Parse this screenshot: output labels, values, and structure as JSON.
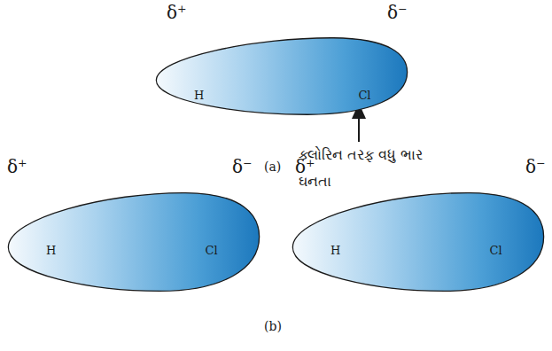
{
  "diagram": {
    "nodes": [
      {
        "text": [
          "H",
          "Cl"
        ]
      },
      {
        "text": [
          "H",
          "Cl"
        ]
      },
      {
        "text": [
          "H",
          "Cl"
        ]
      }
    ],
    "labels": [
      "δ⁺",
      "δ⁻",
      "ક્લોરિન તરફ વધુ ભાર ઘનતા",
      "(a)",
      "δ⁺",
      "δ⁻",
      "δ⁺",
      "δ⁻",
      "(b)"
    ]
  }
}
